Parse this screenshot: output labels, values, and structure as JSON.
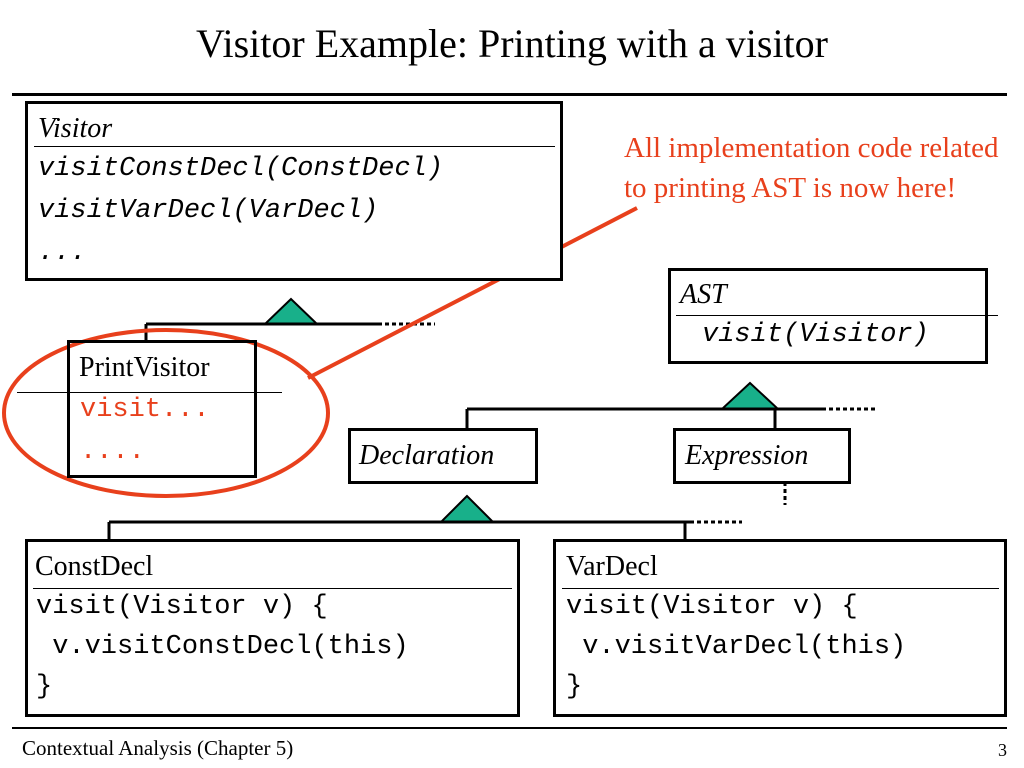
{
  "slide": {
    "title": "Visitor Example: Printing with a visitor",
    "footer": "Contextual Analysis (Chapter 5)",
    "page_number": "3"
  },
  "note": "All implementation code related to printing AST is now here!",
  "classes": {
    "visitor": {
      "name": "Visitor",
      "lines": [
        "visitConstDecl(ConstDecl)",
        "visitVarDecl(VarDecl)",
        "..."
      ]
    },
    "print_visitor": {
      "name": "PrintVisitor",
      "lines": [
        "visit...",
        "...."
      ]
    },
    "ast": {
      "name": "AST",
      "lines": [
        "visit(Visitor)"
      ]
    },
    "declaration": {
      "name": "Declaration"
    },
    "expression": {
      "name": "Expression"
    },
    "const_decl": {
      "name": "ConstDecl",
      "lines": [
        "visit(Visitor v) {",
        " v.visitConstDecl(this)",
        "}"
      ]
    },
    "var_decl": {
      "name": "VarDecl",
      "lines": [
        "visit(Visitor v) {",
        " v.visitVarDecl(this)",
        "}"
      ]
    }
  },
  "colors": {
    "highlight": "#e8401c",
    "inheritance_triangle": "#18b08a",
    "text": "#000000"
  }
}
